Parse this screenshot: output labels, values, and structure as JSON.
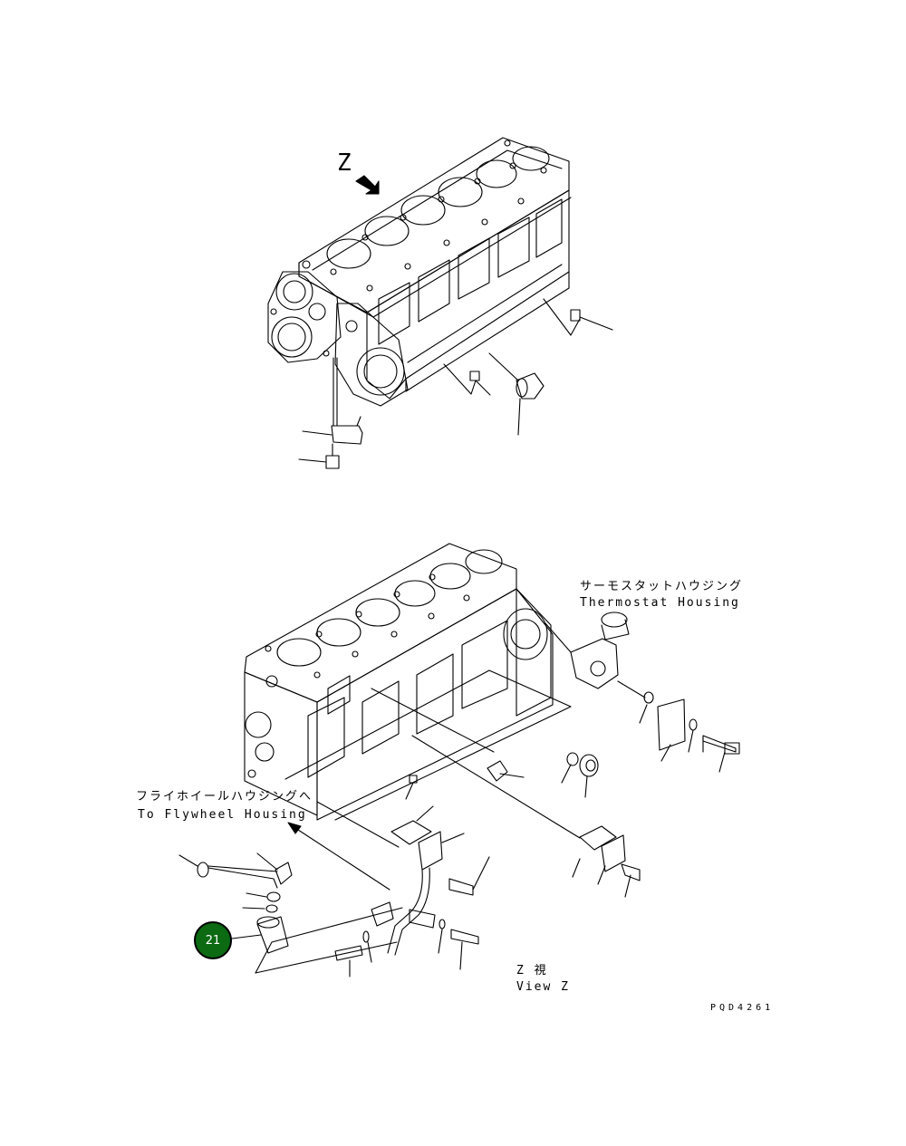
{
  "view_marker": "Z",
  "thermostat": {
    "jp": "サーモスタットハウジング",
    "en": "Thermostat Housing"
  },
  "flywheel": {
    "jp": "フライホイールハウジングへ",
    "en": "To Flywheel Housing"
  },
  "view_z": {
    "jp": "Z  視",
    "en": "View Z"
  },
  "drawing_code": "PQD4261",
  "callout": {
    "number": "21",
    "color": "#0b6a12"
  }
}
